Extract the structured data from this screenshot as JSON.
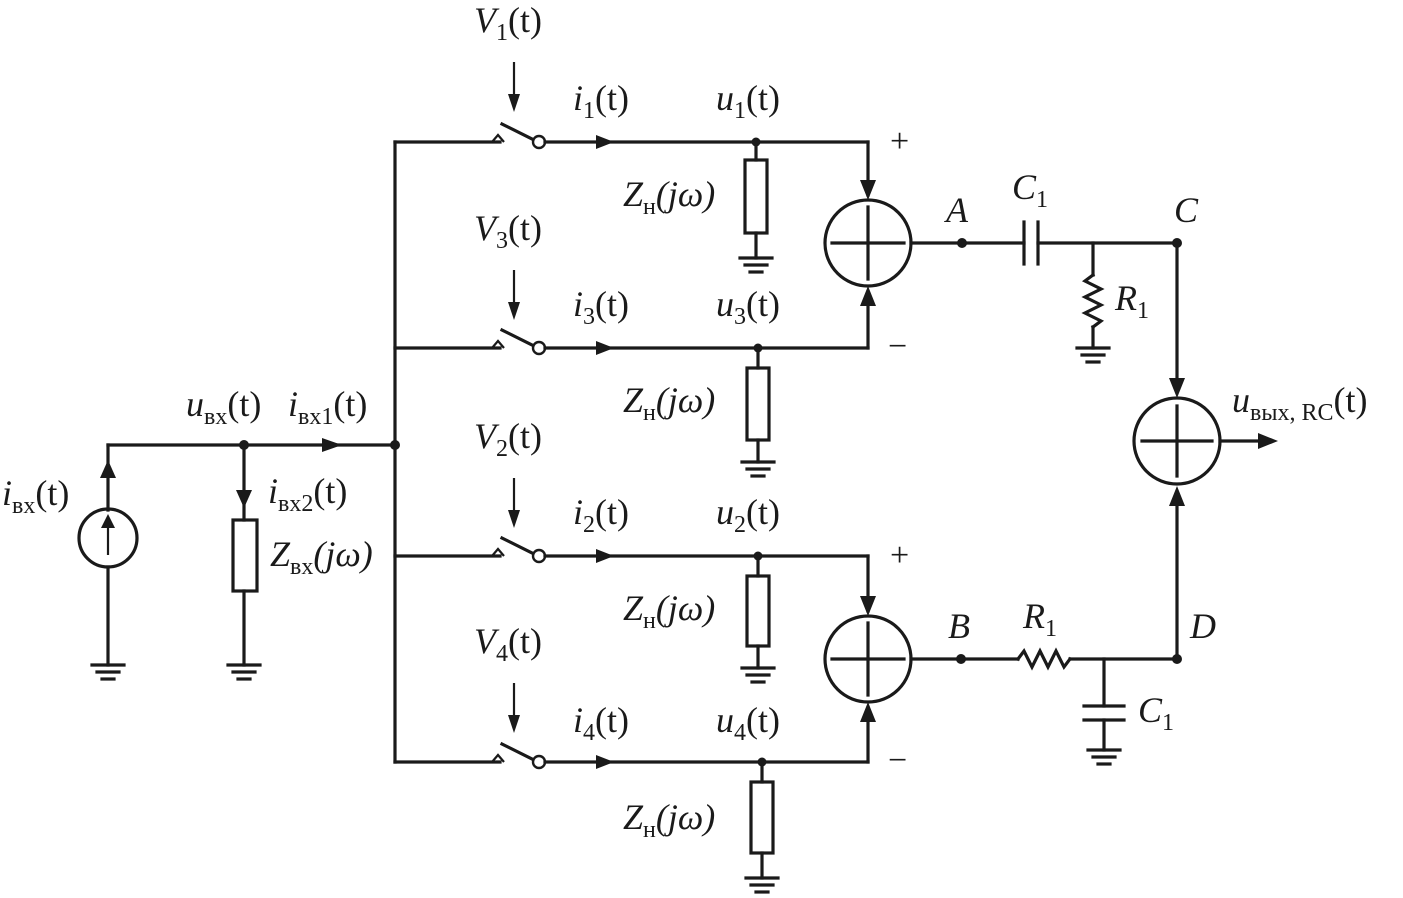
{
  "diagram": {
    "type": "circuit-schematic",
    "colors": {
      "ink": "#1a1a1a",
      "background": "#ffffff"
    },
    "input": {
      "source_label": {
        "main": "i",
        "sub": "вх",
        "arg": "(t)"
      },
      "node_voltage": {
        "main": "u",
        "sub": "вх",
        "arg": "(t)"
      },
      "branch_current_1": {
        "main": "i",
        "sub": "вх1",
        "arg": "(t)"
      },
      "branch_current_2": {
        "main": "i",
        "sub": "вх2",
        "arg": "(t)"
      },
      "input_impedance": {
        "main": "Z",
        "sub": "вх",
        "arg": "(jω)"
      }
    },
    "branches": [
      {
        "control": {
          "main": "V",
          "sub": "1",
          "arg": "(t)"
        },
        "current": {
          "main": "i",
          "sub": "1",
          "arg": "(t)"
        },
        "voltage": {
          "main": "u",
          "sub": "1",
          "arg": "(t)"
        },
        "load": {
          "main": "Z",
          "sub": "н",
          "arg": "(jω)"
        }
      },
      {
        "control": {
          "main": "V",
          "sub": "3",
          "arg": "(t)"
        },
        "current": {
          "main": "i",
          "sub": "3",
          "arg": "(t)"
        },
        "voltage": {
          "main": "u",
          "sub": "3",
          "arg": "(t)"
        },
        "load": {
          "main": "Z",
          "sub": "н",
          "arg": "(jω)"
        }
      },
      {
        "control": {
          "main": "V",
          "sub": "2",
          "arg": "(t)"
        },
        "current": {
          "main": "i",
          "sub": "2",
          "arg": "(t)"
        },
        "voltage": {
          "main": "u",
          "sub": "2",
          "arg": "(t)"
        },
        "load": {
          "main": "Z",
          "sub": "н",
          "arg": "(jω)"
        }
      },
      {
        "control": {
          "main": "V",
          "sub": "4",
          "arg": "(t)"
        },
        "current": {
          "main": "i",
          "sub": "4",
          "arg": "(t)"
        },
        "voltage": {
          "main": "u",
          "sub": "4",
          "arg": "(t)"
        },
        "load": {
          "main": "Z",
          "sub": "н",
          "arg": "(jω)"
        }
      }
    ],
    "summers": {
      "top": {
        "plus": "+",
        "minus": "−"
      },
      "bottom": {
        "plus": "+",
        "minus": "−"
      }
    },
    "nodes": {
      "A": "A",
      "B": "B",
      "C": "C",
      "D": "D"
    },
    "top_filter": {
      "capacitor": {
        "main": "C",
        "sub": "1"
      },
      "resistor": {
        "main": "R",
        "sub": "1"
      }
    },
    "bottom_filter": {
      "resistor": {
        "main": "R",
        "sub": "1"
      },
      "capacitor": {
        "main": "C",
        "sub": "1"
      }
    },
    "output": {
      "main": "u",
      "sub": "вых, RC",
      "arg": "(t)"
    }
  }
}
